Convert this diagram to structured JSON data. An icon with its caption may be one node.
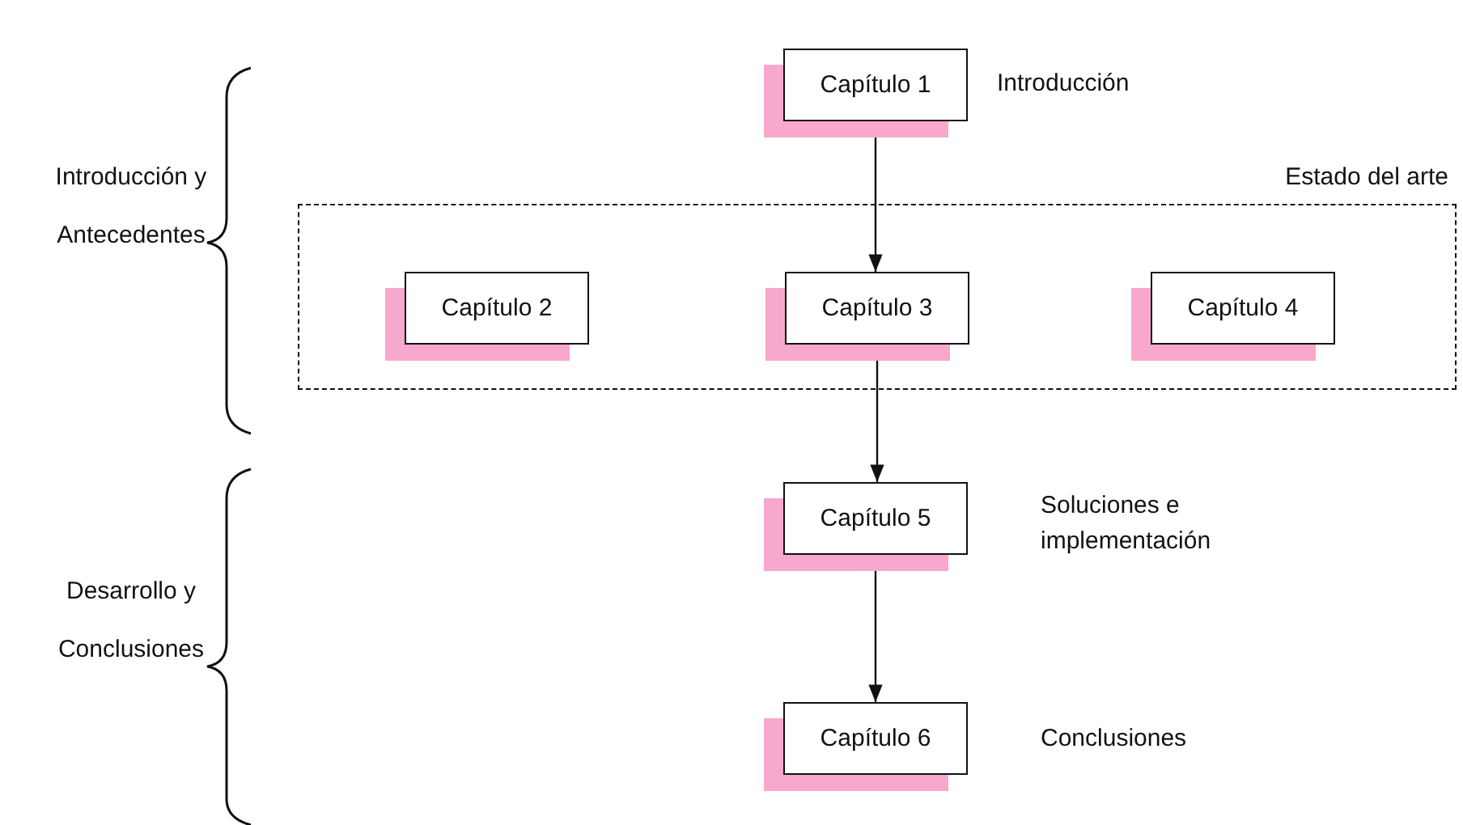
{
  "diagram": {
    "nodes": [
      {
        "text": [
          "Capítulo 1"
        ],
        "beside": [
          "Introducción"
        ]
      },
      {
        "text": [
          "Estado del arte"
        ]
      },
      {
        "text": [
          "Capítulo 2"
        ],
        "in": 1
      },
      {
        "text": [
          "Capítulo 3"
        ],
        "in": 1
      },
      {
        "text": [
          "Capítulo 4"
        ],
        "in": 1
      },
      {
        "text": [
          "Capítulo 5"
        ],
        "beside": [
          "Soluciones e implementación"
        ]
      },
      {
        "text": [
          "Capítulo 6"
        ],
        "beside": [
          "Conclusiones"
        ]
      }
    ],
    "edges": [
      {
        "from": 0,
        "to": 3,
        "arrow": "to"
      },
      {
        "from": 3,
        "to": 5,
        "arrow": "to"
      },
      {
        "from": 5,
        "to": 6,
        "arrow": "to"
      }
    ],
    "labels": [
      "Introducción y Antecedentes",
      "Desarrollo y Conclusiones"
    ]
  }
}
